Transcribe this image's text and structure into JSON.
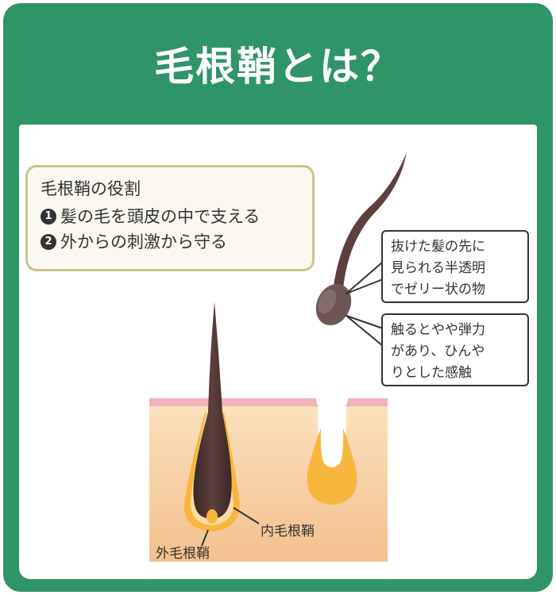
{
  "title": "毛根鞘とは？",
  "roles": {
    "heading": "毛根鞘の役割",
    "items": [
      {
        "num": "1",
        "text": "髪の毛を頭皮の中で支える"
      },
      {
        "num": "2",
        "text": "外からの刺激から守る"
      }
    ]
  },
  "callouts": [
    {
      "lines": [
        "抜けた髪の先に",
        "見られる半透明",
        "でゼリー状の物"
      ]
    },
    {
      "lines": [
        "触るとやや弾力",
        "があり、ひんや",
        "りとした感触"
      ]
    }
  ],
  "labels": {
    "inner_sheath": "内毛根鞘",
    "outer_sheath": "外毛根鞘"
  },
  "colors": {
    "header_green": "#2f9468",
    "skin": "#f7cfa0",
    "skin_surface": "#f0a8b4",
    "sheath": "#f6b73c",
    "hair": "#5d3f3d"
  }
}
